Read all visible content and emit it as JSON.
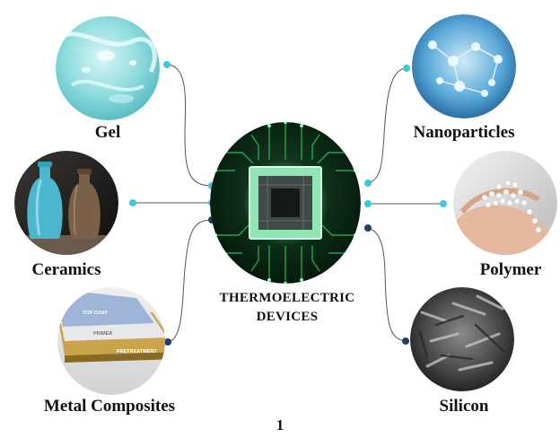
{
  "center": {
    "line1": "THERMOELECTRIC",
    "line2": "DEVICES"
  },
  "materials": {
    "gel": "Gel",
    "nanoparticles": "Nanoparticles",
    "ceramics": "Ceramics",
    "polymer": "Polymer",
    "metal_composites": "Metal Composites",
    "silicon": "Silicon"
  },
  "metal_layers": {
    "top": "TOP COAT",
    "middle": "PRIMER",
    "bottom": "PRETREATMENT"
  },
  "figure_number": "1",
  "colors": {
    "cyan_node": "#3cc7e0",
    "navy_node": "#1f3f66",
    "connector": "#555555",
    "circuit_green": "#1f8a3a"
  }
}
